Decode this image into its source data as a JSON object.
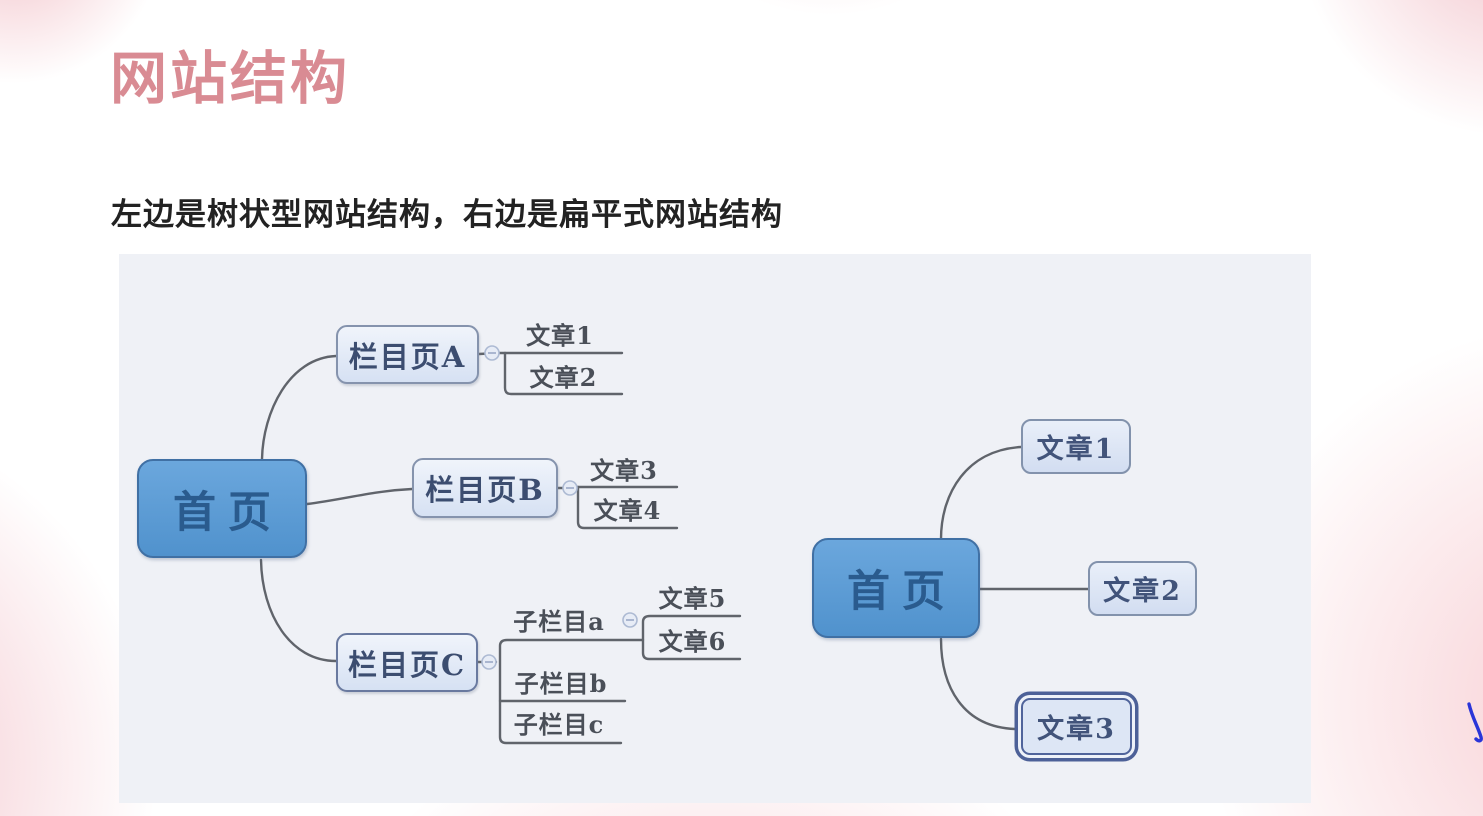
{
  "page": {
    "title": "网站结构",
    "subtitle": "左边是树状型网站结构，右边是扁平式网站结构"
  },
  "colors": {
    "title_pink": "#d98b93",
    "subtitle_dark": "#222222",
    "panel_bg": "#eff1f6",
    "root_fill": "#5b9cd6",
    "root_border": "#4070a4",
    "root_text": "#2a5b8e",
    "child_box_fill": "#dde6f5",
    "child_box_border": "#8593ad",
    "selected_ring": "#4d6198",
    "connector_gray": "#60646b",
    "label_text": "#4a4f58",
    "pen_annotation_blue": "#2a35d8",
    "background_pink": "#f2c0c7"
  },
  "left_diagram": {
    "type": "tree",
    "root_label": "首页",
    "column_a": "栏目页A",
    "column_b": "栏目页B",
    "column_c": "栏目页C",
    "article_1": "文章1",
    "article_2": "文章2",
    "article_3": "文章3",
    "article_4": "文章4",
    "article_5": "文章5",
    "article_6": "文章6",
    "sub_column_a": "子栏目a",
    "sub_column_b": "子栏目b",
    "sub_column_c": "子栏目c"
  },
  "right_diagram": {
    "type": "flat",
    "root_label": "首页",
    "article_1": "文章1",
    "article_2": "文章2",
    "article_3": "文章3"
  }
}
